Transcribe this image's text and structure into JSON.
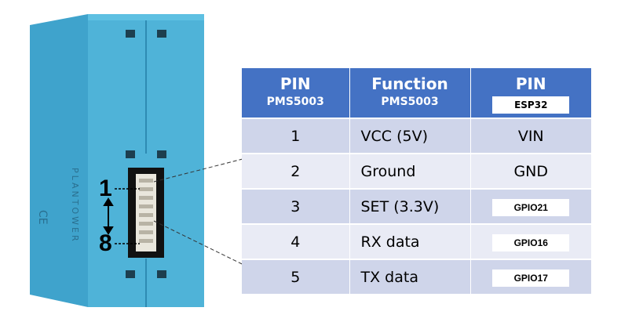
{
  "sensor": {
    "brand_text": "PLANTOWER",
    "cert_mark": "CE",
    "pin_first": "1",
    "pin_last": "8"
  },
  "table": {
    "headers": [
      {
        "title": "PIN",
        "subtitle": "PMS5003"
      },
      {
        "title": "Function",
        "subtitle": "PMS5003"
      },
      {
        "title": "PIN",
        "tag": "ESP32"
      }
    ],
    "rows": [
      {
        "pin": "1",
        "function": "VCC (5V)",
        "esp": "VIN",
        "esp_tag": false
      },
      {
        "pin": "2",
        "function": "Ground",
        "esp": "GND",
        "esp_tag": false
      },
      {
        "pin": "3",
        "function": "SET (3.3V)",
        "esp": "GPIO21",
        "esp_tag": true
      },
      {
        "pin": "4",
        "function": "RX data",
        "esp": "GPIO16",
        "esp_tag": true
      },
      {
        "pin": "5",
        "function": "TX data",
        "esp": "GPIO17",
        "esp_tag": true
      }
    ]
  },
  "colors": {
    "sensor_blue": "#4fb3d8",
    "header_blue": "#4472c4",
    "row_dark": "#cfd5ea",
    "row_light": "#e9ebf5"
  }
}
